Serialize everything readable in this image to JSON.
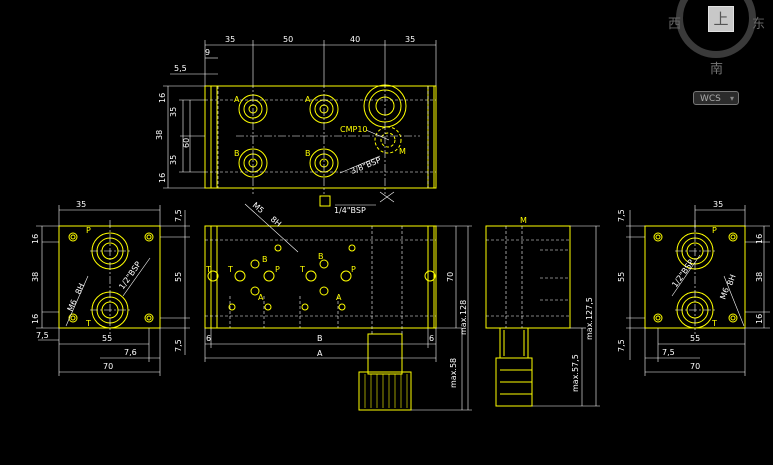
{
  "viewcube": {
    "west": "西",
    "top": "上",
    "east": "东",
    "south": "南",
    "wcs_label": "WCS"
  },
  "top_view": {
    "dims_top": [
      "35",
      "50",
      "40",
      "35"
    ],
    "dim_9": "9",
    "dim_5_5": "5,5",
    "dims_left": [
      "16",
      "35",
      "38",
      "60",
      "35",
      "16"
    ],
    "port_a": "A",
    "port_b": "B",
    "port_m": "M",
    "cmp": "CMP10",
    "bsp_38": "3/8\"BSP",
    "bsp_14": "1/4\"BSP"
  },
  "left_view": {
    "dim_top": "35",
    "dims_left": [
      "16",
      "38",
      "16"
    ],
    "dims_right": [
      "7,5",
      "55",
      "7,5"
    ],
    "dim_bottom_55": "55",
    "dim_bottom_7_5": "7,5",
    "dim_bottom_70": "70",
    "dim_left_7_5": "7,5",
    "dim_7_6": "7,6",
    "port_p": "P",
    "port_t": "T",
    "bsp_12": "1/2\"BSP",
    "m6": "M6",
    "m6_depth": "8H"
  },
  "front_view": {
    "m5": "M5",
    "m5_depth": "8H",
    "dim_b": "B",
    "dim_a": "A",
    "dim_6l": "6",
    "dim_6r": "6",
    "dim_70": "70",
    "max128": "max.128",
    "max58": "max.58",
    "port_t": "T",
    "port_p": "P",
    "port_a": "A",
    "port_b": "B"
  },
  "side_view": {
    "port_m": "M",
    "max127": "max.127,5",
    "max57": "max.57,5"
  },
  "right_view": {
    "dim_top": "35",
    "dims_left": [
      "7,5",
      "55",
      "7,5"
    ],
    "dims_right": [
      "16",
      "38",
      "16"
    ],
    "dim_bottom_55": "55",
    "dim_bottom_7_5": "7,5",
    "dim_bottom_70": "70",
    "port_p": "P",
    "port_t": "T",
    "bsp_12": "1/2\"BSP",
    "m6": "M6",
    "m6_depth": "8H"
  },
  "colors": {
    "background": "#000000",
    "geometry": "#ffff00",
    "dimensions": "#ffffff",
    "hidden": "#ffffff"
  }
}
